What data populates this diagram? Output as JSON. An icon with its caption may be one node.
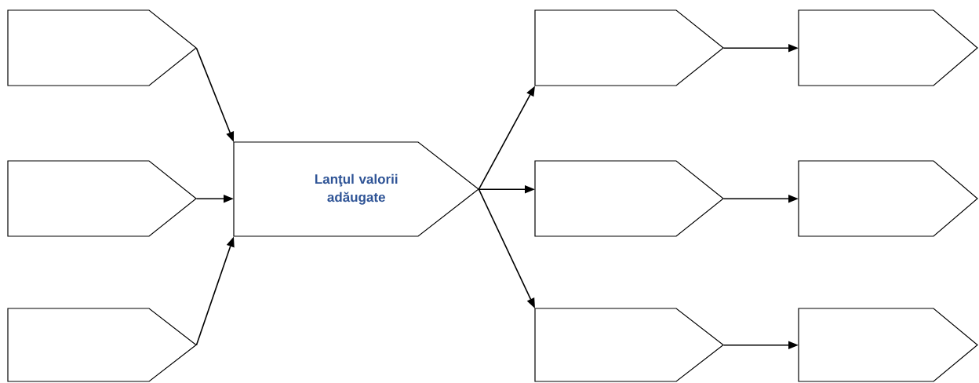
{
  "diagram": {
    "nodes": [
      {
        "text": [],
        "shape": "pentagon"
      },
      {
        "text": [],
        "shape": "pentagon"
      },
      {
        "text": [],
        "shape": "pentagon"
      },
      {
        "text": [
          "Lanţul valorii adăugate"
        ]
      },
      {
        "text": [],
        "shape": "pentagon"
      },
      {
        "text": [],
        "shape": "pentagon"
      },
      {
        "text": [],
        "shape": "pentagon"
      },
      {
        "text": [],
        "shape": "pentagon"
      },
      {
        "text": [],
        "shape": "pentagon"
      },
      {
        "text": [],
        "shape": "pentagon"
      }
    ],
    "edges": [
      {
        "from": 0,
        "to": 3,
        "arrow": "to"
      },
      {
        "from": 1,
        "to": 3,
        "arrow": "to"
      },
      {
        "from": 2,
        "to": 3,
        "arrow": "to"
      },
      {
        "from": 3,
        "to": 4,
        "arrow": "to"
      },
      {
        "from": 3,
        "to": 5,
        "arrow": "to"
      },
      {
        "from": 3,
        "to": 6,
        "arrow": "to"
      },
      {
        "from": 4,
        "to": 7,
        "arrow": "to"
      },
      {
        "from": 5,
        "to": 8,
        "arrow": "to"
      },
      {
        "from": 6,
        "to": 9,
        "arrow": "to"
      }
    ]
  }
}
